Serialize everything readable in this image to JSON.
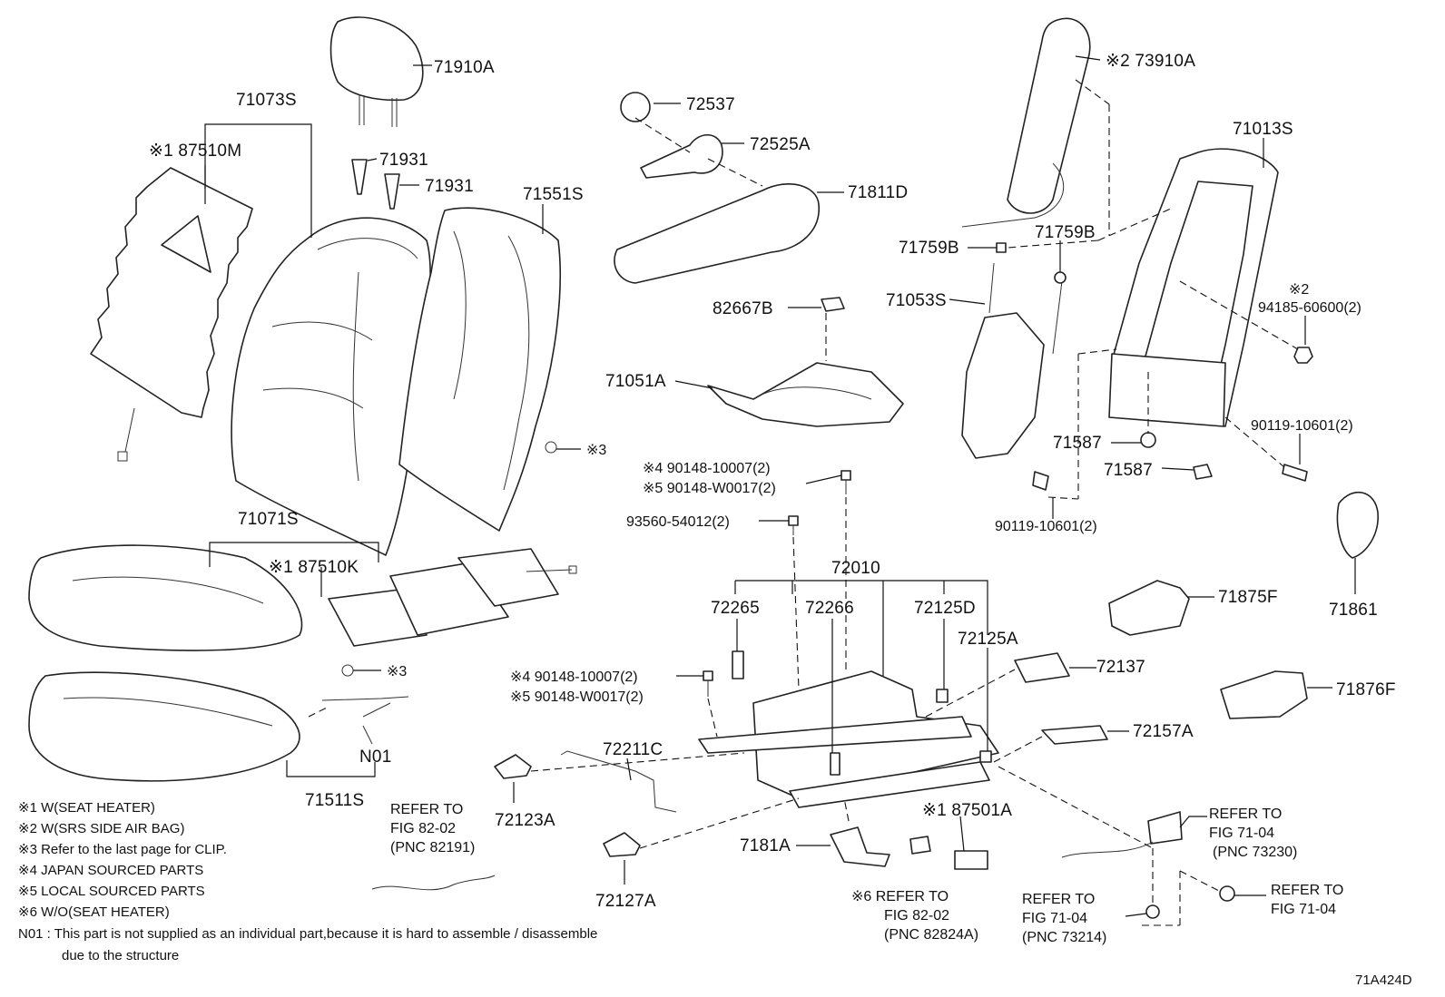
{
  "diagram_code": "71A424D",
  "parts": {
    "p71910A": "71910A",
    "p71073S": "71073S",
    "p87510M": "※1 87510M",
    "p71931a": "71931",
    "p71931b": "71931",
    "p71551S": "71551S",
    "clip3a": "※3",
    "p71071S": "71071S",
    "p87510K": "※1 87510K",
    "clip3b": "※3",
    "pN01": "N01",
    "p71511S": "71511S",
    "p72537": "72537",
    "p72525A": "72525A",
    "p71811D": "71811D",
    "p82667B": "82667B",
    "p71051A": "71051A",
    "bolt4a": "※4 90148-10007(2)",
    "bolt5a": "※5 90148-W0017(2)",
    "p93560": "93560-54012(2)",
    "p72010": "72010",
    "p72265": "72265",
    "p72266": "72266",
    "p72125D": "72125D",
    "p72125A": "72125A",
    "bolt4b": "※4 90148-10007(2)",
    "bolt5b": "※5 90148-W0017(2)",
    "p72211C": "72211C",
    "p72123A": "72123A",
    "p72127A": "72127A",
    "p7181A": "7181A",
    "p87501A": "※1 87501A",
    "p72137": "72137",
    "p72157A": "72157A",
    "p73910A": "※2 73910A",
    "p71013S": "71013S",
    "p71759Ba": "71759B",
    "p71759Bb": "71759B",
    "p71053S": "71053S",
    "sab2": "※2",
    "p94185": "94185-60600(2)",
    "p90119a": "90119-10601(2)",
    "p71587a": "71587",
    "p71587b": "71587",
    "p90119b": "90119-10601(2)",
    "p71861": "71861",
    "p71875F": "71875F",
    "p71876F": "71876F"
  },
  "references": {
    "ref82191": [
      "REFER TO",
      "FIG 82-02",
      "(PNC 82191)"
    ],
    "ref82824A": [
      "※6 REFER TO",
      "FIG 82-02",
      "(PNC 82824A)"
    ],
    "ref73214": [
      "REFER TO",
      "FIG 71-04",
      "(PNC 73214)"
    ],
    "ref73230": [
      "REFER TO",
      "FIG 71-04",
      "(PNC 73230)"
    ],
    "ref7104": [
      "REFER TO",
      "FIG 71-04"
    ]
  },
  "notes": [
    "※1 W(SEAT HEATER)",
    "※2 W(SRS SIDE AIR BAG)",
    "※3 Refer to the last page for CLIP.",
    "※4 JAPAN SOURCED PARTS",
    "※5 LOCAL SOURCED PARTS",
    "※6 W/O(SEAT HEATER)",
    "N01 : This part is not supplied as an individual part,because it is hard to assemble / disassemble",
    "due to the structure"
  ]
}
